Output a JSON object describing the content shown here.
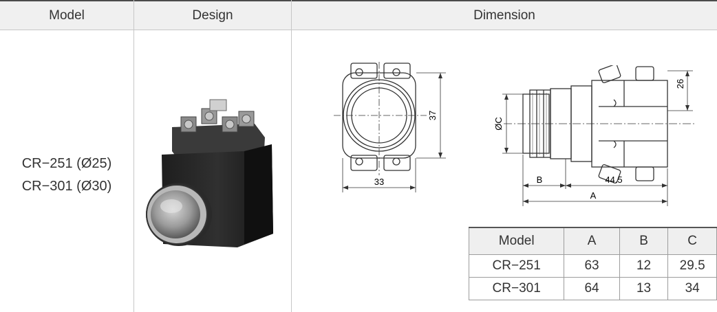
{
  "header": {
    "model": "Model",
    "design": "Design",
    "dimension": "Dimension"
  },
  "models": [
    "CR−251 (Ø25)",
    "CR−301 (Ø30)"
  ],
  "front_view": {
    "width_label": "33",
    "height_label": "37"
  },
  "side_view": {
    "diameter_label": "ØC",
    "height_label": "26",
    "b_label": "B",
    "length_label": "44.5",
    "a_label": "A"
  },
  "dim_table": {
    "headers": [
      "Model",
      "A",
      "B",
      "C"
    ],
    "rows": [
      [
        "CR−251",
        "63",
        "12",
        "29.5"
      ],
      [
        "CR−301",
        "64",
        "13",
        "34"
      ]
    ]
  }
}
